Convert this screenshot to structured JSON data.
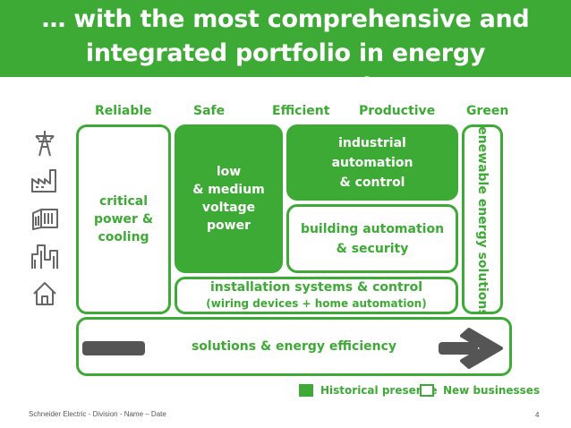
{
  "title": {
    "line1": "… with the most comprehensive and",
    "line2": "integrated portfolio in energy management"
  },
  "columns": [
    "Reliable",
    "Safe",
    "Efficient",
    "Productive",
    "Green"
  ],
  "icons": [
    "power-tower-icon",
    "factory-icon",
    "data-center-icon",
    "buildings-icon",
    "home-icon"
  ],
  "boxes": {
    "critical": "critical\npower &\ncooling",
    "low_voltage": "low\n& medium\nvoltage\npower",
    "industrial": "industrial\nautomation\n& control",
    "building": "building automation\n& security",
    "installation": "installation systems & control",
    "installation_sub": "(wiring devices + home automation)",
    "renewable": "renewable energy solutions",
    "solutions": "solutions & energy efficiency"
  },
  "legend": {
    "historical": "Historical presence",
    "new": "New businesses"
  },
  "footer": "Schneider Electric - Division - Name – Date",
  "page_number": "4",
  "colors": {
    "accent": "#3daa35",
    "arrow": "#555555",
    "icon": "#666666"
  }
}
